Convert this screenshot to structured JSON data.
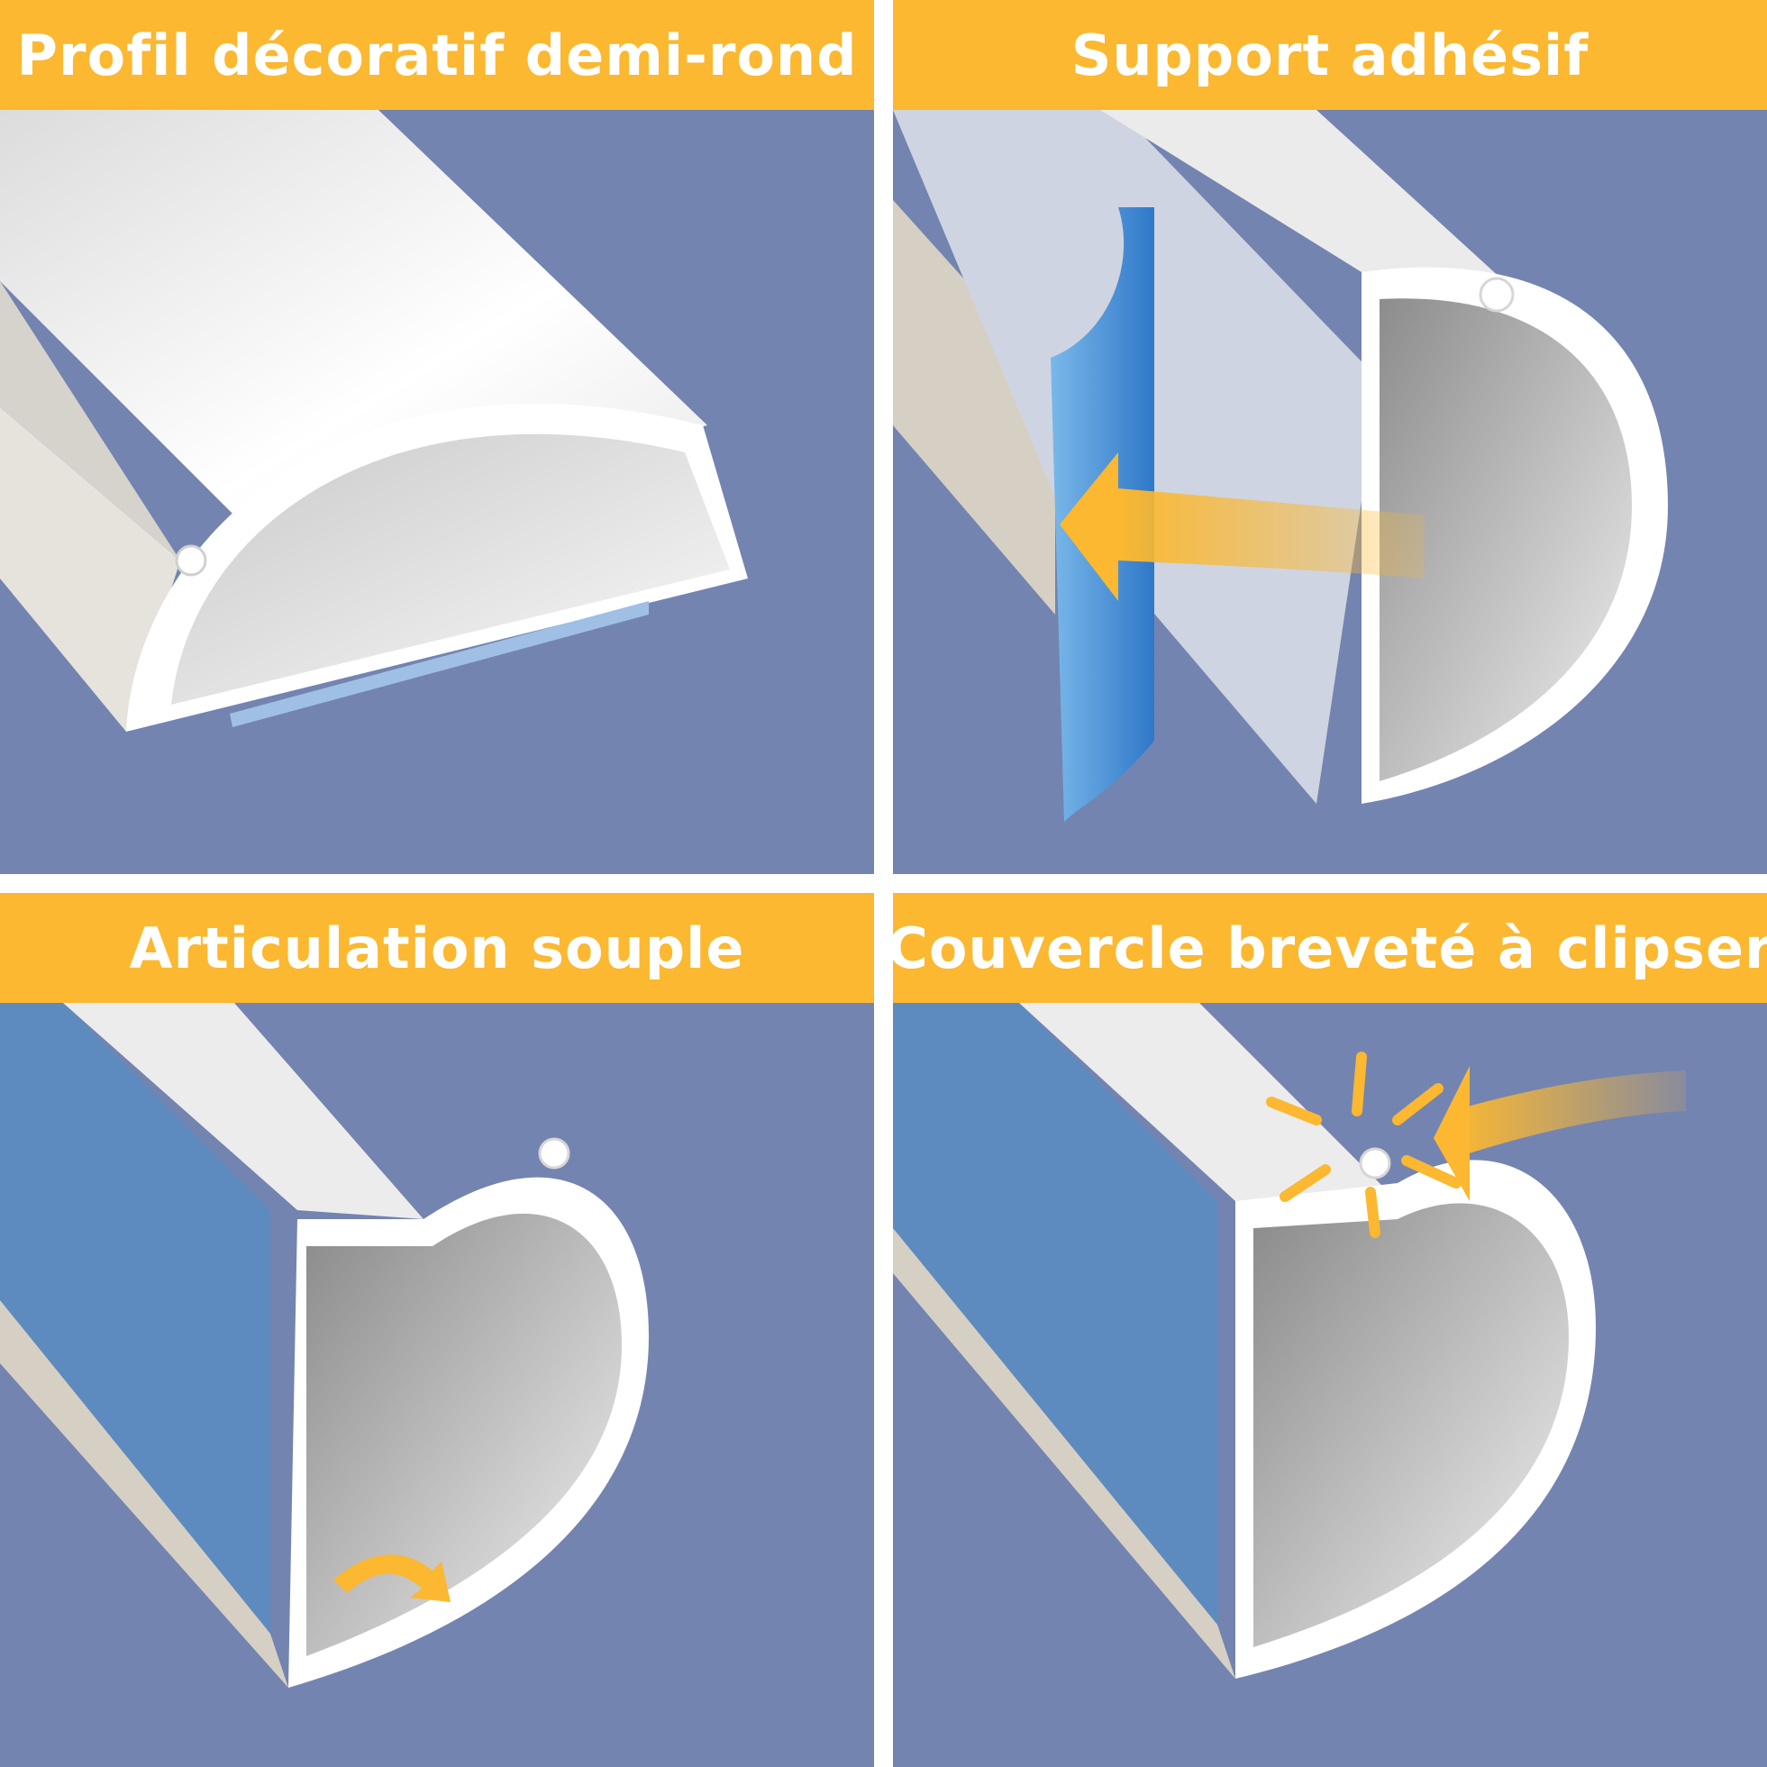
{
  "colors": {
    "background": "#7484b0",
    "banner": "#fbb830",
    "banner_text": "#ffffff",
    "profile": "#f4f4f4",
    "adhesive_tape": "#5b8ac0",
    "arrow": "#fbb830"
  },
  "panels": [
    {
      "title": "Profil décoratif demi-rond"
    },
    {
      "title": "Support adhésif"
    },
    {
      "title": "Articulation souple"
    },
    {
      "title": "Couvercle breveté à clipser"
    }
  ]
}
